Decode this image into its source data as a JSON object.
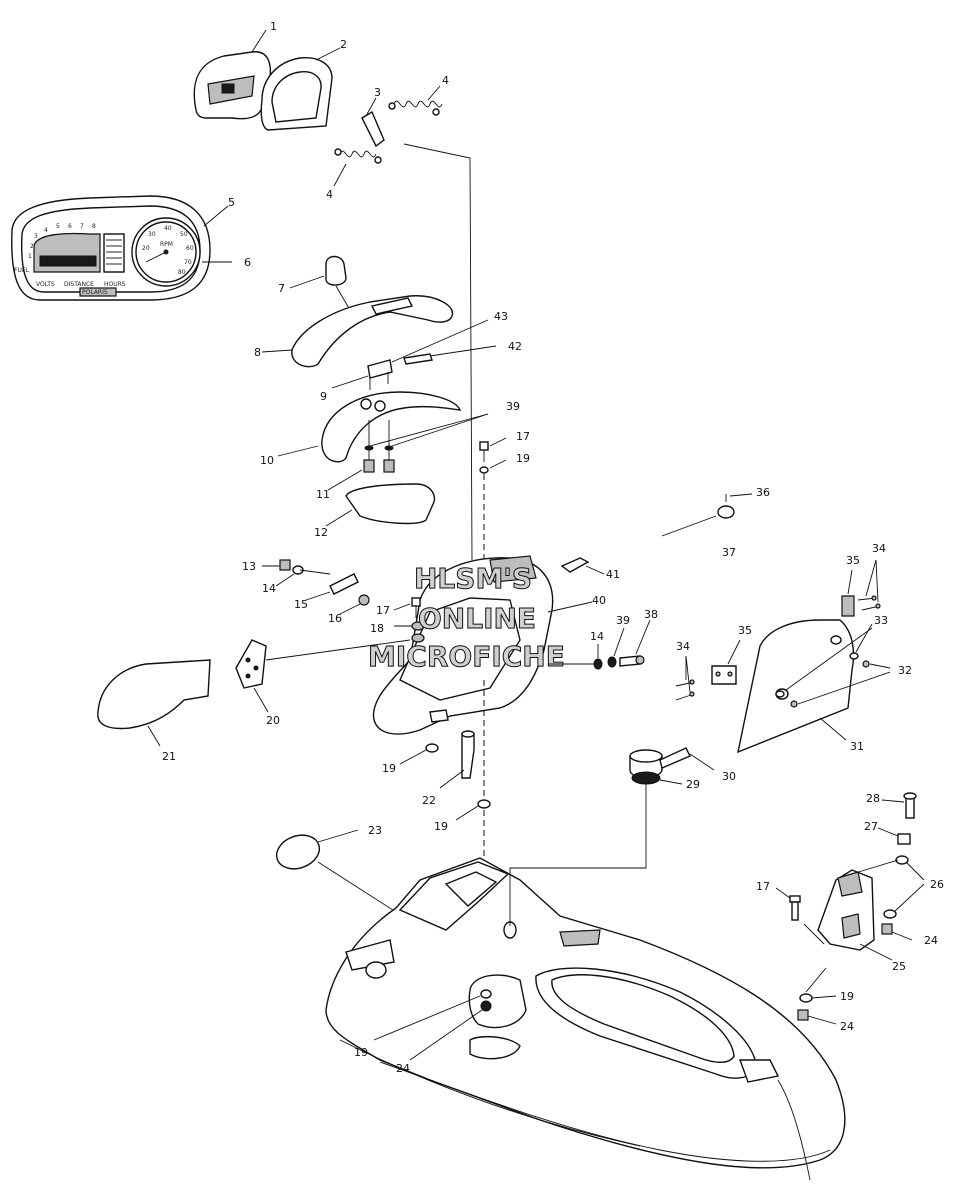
{
  "watermark": {
    "line1": "HLSM'S",
    "line2": "ONLINE",
    "line3": "MICROFICHE"
  },
  "gauge": {
    "left_labels": [
      "VOLTS",
      "DISTANCE",
      "HOURS"
    ],
    "brand": "POLARIS",
    "fuel_label": "FUEL",
    "tach_numbers": [
      "20",
      "30",
      "40",
      "50",
      "60",
      "70",
      "80"
    ],
    "tach_unit": "RPM",
    "bar_scale": [
      "1",
      "2",
      "3",
      "4",
      "5",
      "6",
      "7",
      "8"
    ]
  },
  "callouts": [
    {
      "id": "c1",
      "text": "1"
    },
    {
      "id": "c2",
      "text": "2"
    },
    {
      "id": "c3",
      "text": "3"
    },
    {
      "id": "c4a",
      "text": "4"
    },
    {
      "id": "c4b",
      "text": "4"
    },
    {
      "id": "c5",
      "text": "5"
    },
    {
      "id": "c6",
      "text": "6"
    },
    {
      "id": "c7",
      "text": "7"
    },
    {
      "id": "c8",
      "text": "8"
    },
    {
      "id": "c9",
      "text": "9"
    },
    {
      "id": "c10",
      "text": "10"
    },
    {
      "id": "c11",
      "text": "11"
    },
    {
      "id": "c12",
      "text": "12"
    },
    {
      "id": "c13",
      "text": "13"
    },
    {
      "id": "c14a",
      "text": "14"
    },
    {
      "id": "c14b",
      "text": "14"
    },
    {
      "id": "c15",
      "text": "15"
    },
    {
      "id": "c16",
      "text": "16"
    },
    {
      "id": "c17a",
      "text": "17"
    },
    {
      "id": "c17b",
      "text": "17"
    },
    {
      "id": "c17c",
      "text": "17"
    },
    {
      "id": "c18",
      "text": "18"
    },
    {
      "id": "c19a",
      "text": "19"
    },
    {
      "id": "c19b",
      "text": "19"
    },
    {
      "id": "c19c",
      "text": "19"
    },
    {
      "id": "c19d",
      "text": "19"
    },
    {
      "id": "c19e",
      "text": "19"
    },
    {
      "id": "c20",
      "text": "20"
    },
    {
      "id": "c21",
      "text": "21"
    },
    {
      "id": "c22",
      "text": "22"
    },
    {
      "id": "c23",
      "text": "23"
    },
    {
      "id": "c24a",
      "text": "24"
    },
    {
      "id": "c24b",
      "text": "24"
    },
    {
      "id": "c24c",
      "text": "24"
    },
    {
      "id": "c25",
      "text": "25"
    },
    {
      "id": "c26",
      "text": "26"
    },
    {
      "id": "c27",
      "text": "27"
    },
    {
      "id": "c28",
      "text": "28"
    },
    {
      "id": "c29",
      "text": "29"
    },
    {
      "id": "c30",
      "text": "30"
    },
    {
      "id": "c31",
      "text": "31"
    },
    {
      "id": "c32",
      "text": "32"
    },
    {
      "id": "c33",
      "text": "33"
    },
    {
      "id": "c34a",
      "text": "34"
    },
    {
      "id": "c34b",
      "text": "34"
    },
    {
      "id": "c35a",
      "text": "35"
    },
    {
      "id": "c35b",
      "text": "35"
    },
    {
      "id": "c36",
      "text": "36"
    },
    {
      "id": "c37",
      "text": "37"
    },
    {
      "id": "c38",
      "text": "38"
    },
    {
      "id": "c39a",
      "text": "39"
    },
    {
      "id": "c39b",
      "text": "39"
    },
    {
      "id": "c40",
      "text": "40"
    },
    {
      "id": "c41",
      "text": "41"
    },
    {
      "id": "c42",
      "text": "42"
    },
    {
      "id": "c43",
      "text": "43"
    }
  ]
}
